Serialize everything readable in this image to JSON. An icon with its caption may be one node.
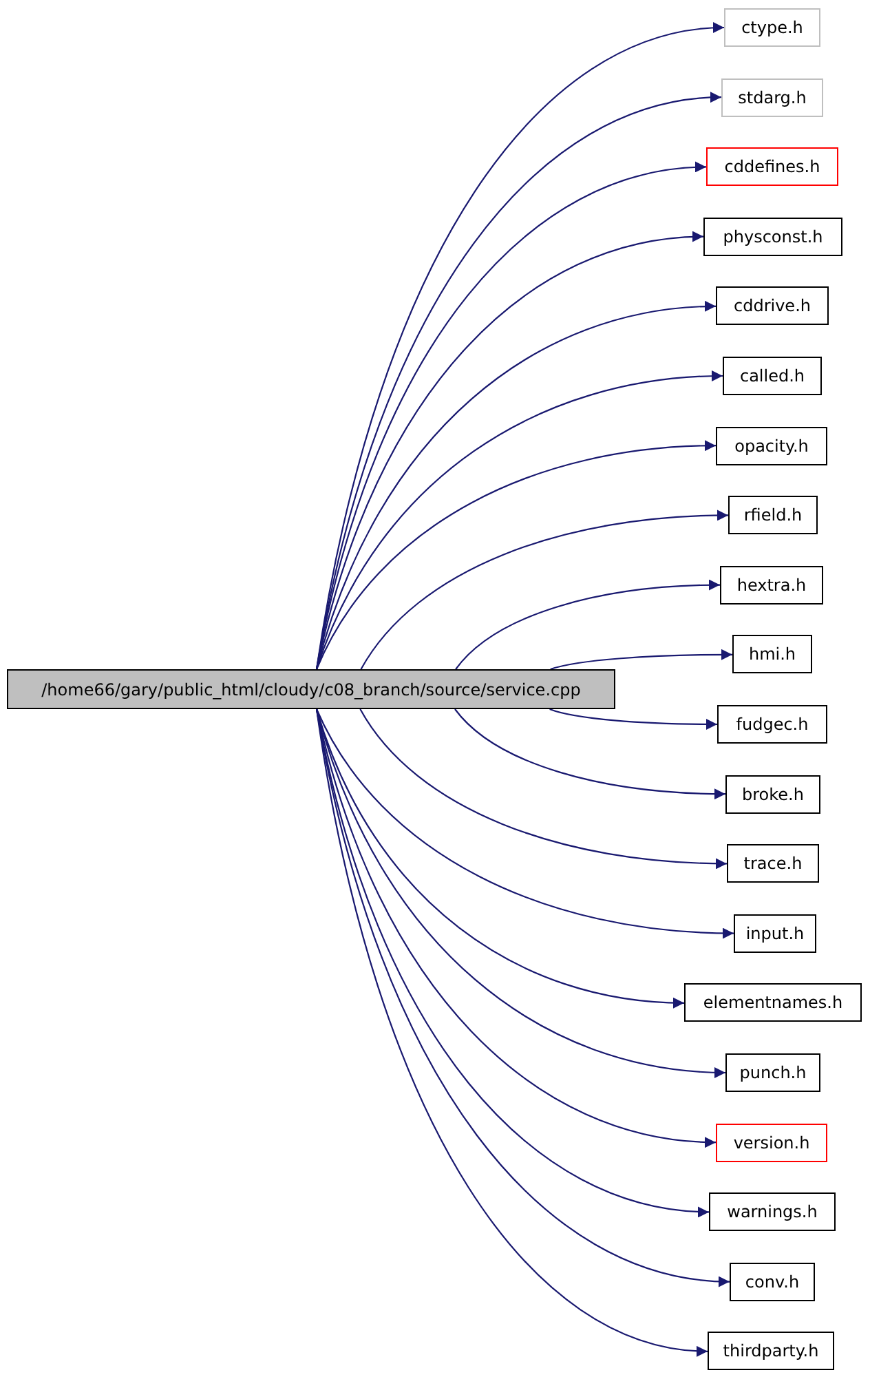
{
  "diagram": {
    "nodes": [
      {
        "text": [
          "/home66/gary/public_html/cloudy/c08_branch/source/service.cpp"
        ]
      },
      {
        "text": [
          "ctype.h"
        ]
      },
      {
        "text": [
          "stdarg.h"
        ]
      },
      {
        "text": [
          "cddefines.h"
        ]
      },
      {
        "text": [
          "physconst.h"
        ]
      },
      {
        "text": [
          "cddrive.h"
        ]
      },
      {
        "text": [
          "called.h"
        ]
      },
      {
        "text": [
          "opacity.h"
        ]
      },
      {
        "text": [
          "rfield.h"
        ]
      },
      {
        "text": [
          "hextra.h"
        ]
      },
      {
        "text": [
          "hmi.h"
        ]
      },
      {
        "text": [
          "fudgec.h"
        ]
      },
      {
        "text": [
          "broke.h"
        ]
      },
      {
        "text": [
          "trace.h"
        ]
      },
      {
        "text": [
          "input.h"
        ]
      },
      {
        "text": [
          "elementnames.h"
        ]
      },
      {
        "text": [
          "punch.h"
        ]
      },
      {
        "text": [
          "version.h"
        ]
      },
      {
        "text": [
          "warnings.h"
        ]
      },
      {
        "text": [
          "conv.h"
        ]
      },
      {
        "text": [
          "thirdparty.h"
        ]
      }
    ],
    "edges": [
      {
        "from": 0,
        "to": 1,
        "arrow": "to"
      },
      {
        "from": 0,
        "to": 2,
        "arrow": "to"
      },
      {
        "from": 0,
        "to": 3,
        "arrow": "to"
      },
      {
        "from": 0,
        "to": 4,
        "arrow": "to"
      },
      {
        "from": 0,
        "to": 5,
        "arrow": "to"
      },
      {
        "from": 0,
        "to": 6,
        "arrow": "to"
      },
      {
        "from": 0,
        "to": 7,
        "arrow": "to"
      },
      {
        "from": 0,
        "to": 8,
        "arrow": "to"
      },
      {
        "from": 0,
        "to": 9,
        "arrow": "to"
      },
      {
        "from": 0,
        "to": 10,
        "arrow": "to"
      },
      {
        "from": 0,
        "to": 11,
        "arrow": "to"
      },
      {
        "from": 0,
        "to": 12,
        "arrow": "to"
      },
      {
        "from": 0,
        "to": 13,
        "arrow": "to"
      },
      {
        "from": 0,
        "to": 14,
        "arrow": "to"
      },
      {
        "from": 0,
        "to": 15,
        "arrow": "to"
      },
      {
        "from": 0,
        "to": 16,
        "arrow": "to"
      },
      {
        "from": 0,
        "to": 17,
        "arrow": "to"
      },
      {
        "from": 0,
        "to": 18,
        "arrow": "to"
      },
      {
        "from": 0,
        "to": 19,
        "arrow": "to"
      },
      {
        "from": 0,
        "to": 20,
        "arrow": "to"
      }
    ]
  }
}
